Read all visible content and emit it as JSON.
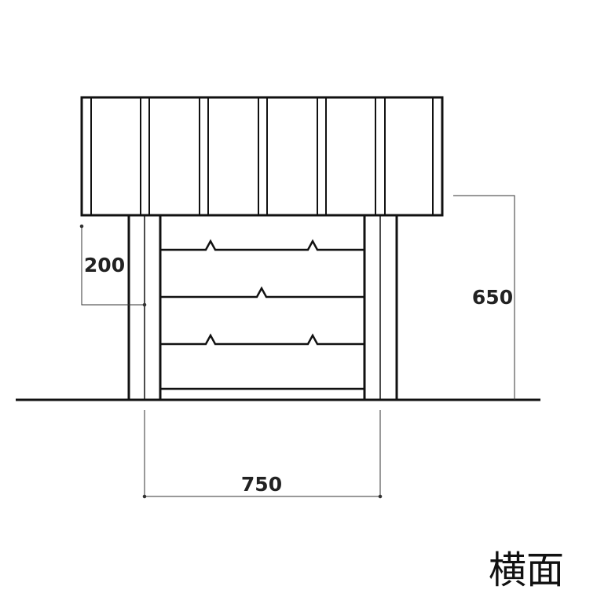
{
  "drawing": {
    "view_label": "横面",
    "dimensions": {
      "leg_top_offset": "200",
      "total_height": "650",
      "leg_spacing": "750"
    }
  },
  "colors": {
    "line": "#111111",
    "background": "#ffffff"
  }
}
